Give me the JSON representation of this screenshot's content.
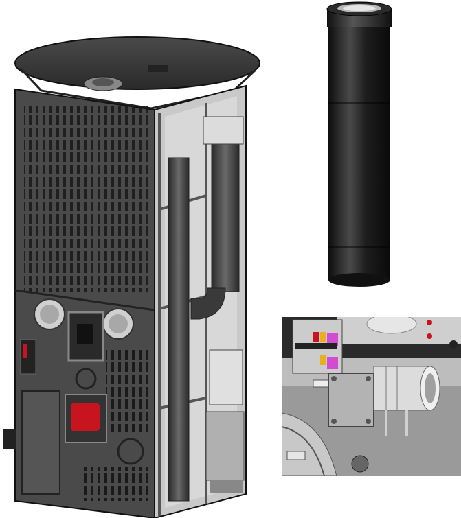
{
  "images": [
    {
      "name": "stove-cutaway",
      "icon": "pellet-stove-cutaway-icon"
    },
    {
      "name": "flue-pipe",
      "icon": "flue-pipe-icon"
    },
    {
      "name": "component-detail",
      "icon": "component-closeup-icon"
    }
  ],
  "colors": {
    "background": "#ffffff",
    "body_dark": "#3a3a3a",
    "body_mid": "#5a5a5a",
    "frame_light": "#b8b8b8",
    "red_component": "#c8141e",
    "magenta_component": "#d24bd2",
    "pipe_black": "#1a1a1a"
  }
}
